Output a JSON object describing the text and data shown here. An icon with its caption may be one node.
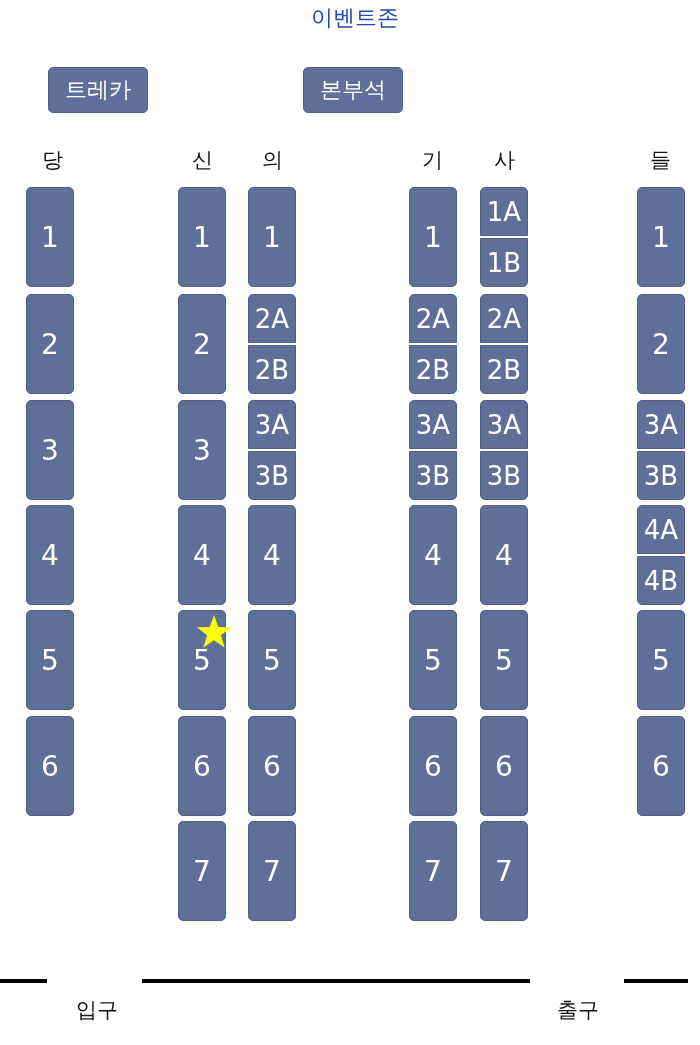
{
  "diagram": {
    "title": "이벤트존",
    "nodes": [
      {
        "text": [
          "트레카"
        ]
      },
      {
        "text": [
          "본부석"
        ]
      },
      {
        "text": [
          "1"
        ]
      },
      {
        "text": [
          "1"
        ]
      },
      {
        "text": [
          "1"
        ]
      },
      {
        "text": [
          "1"
        ]
      },
      {
        "text": [
          "1A"
        ]
      },
      {
        "text": [
          "1B"
        ]
      },
      {
        "text": [
          "1"
        ]
      },
      {
        "text": [
          "2"
        ]
      },
      {
        "text": [
          "2"
        ]
      },
      {
        "text": [
          "2A"
        ]
      },
      {
        "text": [
          "2B"
        ]
      },
      {
        "text": [
          "2A"
        ]
      },
      {
        "text": [
          "2B"
        ]
      },
      {
        "text": [
          "2A"
        ]
      },
      {
        "text": [
          "2B"
        ]
      },
      {
        "text": [
          "2"
        ]
      },
      {
        "text": [
          "3"
        ]
      },
      {
        "text": [
          "3"
        ]
      },
      {
        "text": [
          "3A"
        ]
      },
      {
        "text": [
          "3B"
        ]
      },
      {
        "text": [
          "3A"
        ]
      },
      {
        "text": [
          "3B"
        ]
      },
      {
        "text": [
          "3A"
        ]
      },
      {
        "text": [
          "3B"
        ]
      },
      {
        "text": [
          "3A"
        ]
      },
      {
        "text": [
          "3B"
        ]
      },
      {
        "text": [
          "4"
        ]
      },
      {
        "text": [
          "4"
        ]
      },
      {
        "text": [
          "4"
        ]
      },
      {
        "text": [
          "4"
        ]
      },
      {
        "text": [
          "4"
        ]
      },
      {
        "text": [
          "4A"
        ]
      },
      {
        "text": [
          "4B"
        ]
      },
      {
        "text": [
          "5"
        ]
      },
      {
        "text": [
          "5"
        ]
      },
      {
        "text": [
          "5"
        ]
      },
      {
        "text": [
          "5"
        ]
      },
      {
        "text": [
          "5"
        ]
      },
      {
        "text": [
          "5"
        ]
      },
      {
        "text": [
          "6"
        ]
      },
      {
        "text": [
          "6"
        ]
      },
      {
        "text": [
          "6"
        ]
      },
      {
        "text": [
          "6"
        ]
      },
      {
        "text": [
          "6"
        ]
      },
      {
        "text": [
          "6"
        ]
      },
      {
        "text": [
          "7"
        ]
      },
      {
        "text": [
          "7"
        ]
      },
      {
        "text": [
          "7"
        ]
      },
      {
        "text": [
          "7"
        ]
      }
    ],
    "labels": [
      "당",
      "신",
      "의",
      "기",
      "사",
      "들",
      "입구",
      "출구"
    ]
  }
}
